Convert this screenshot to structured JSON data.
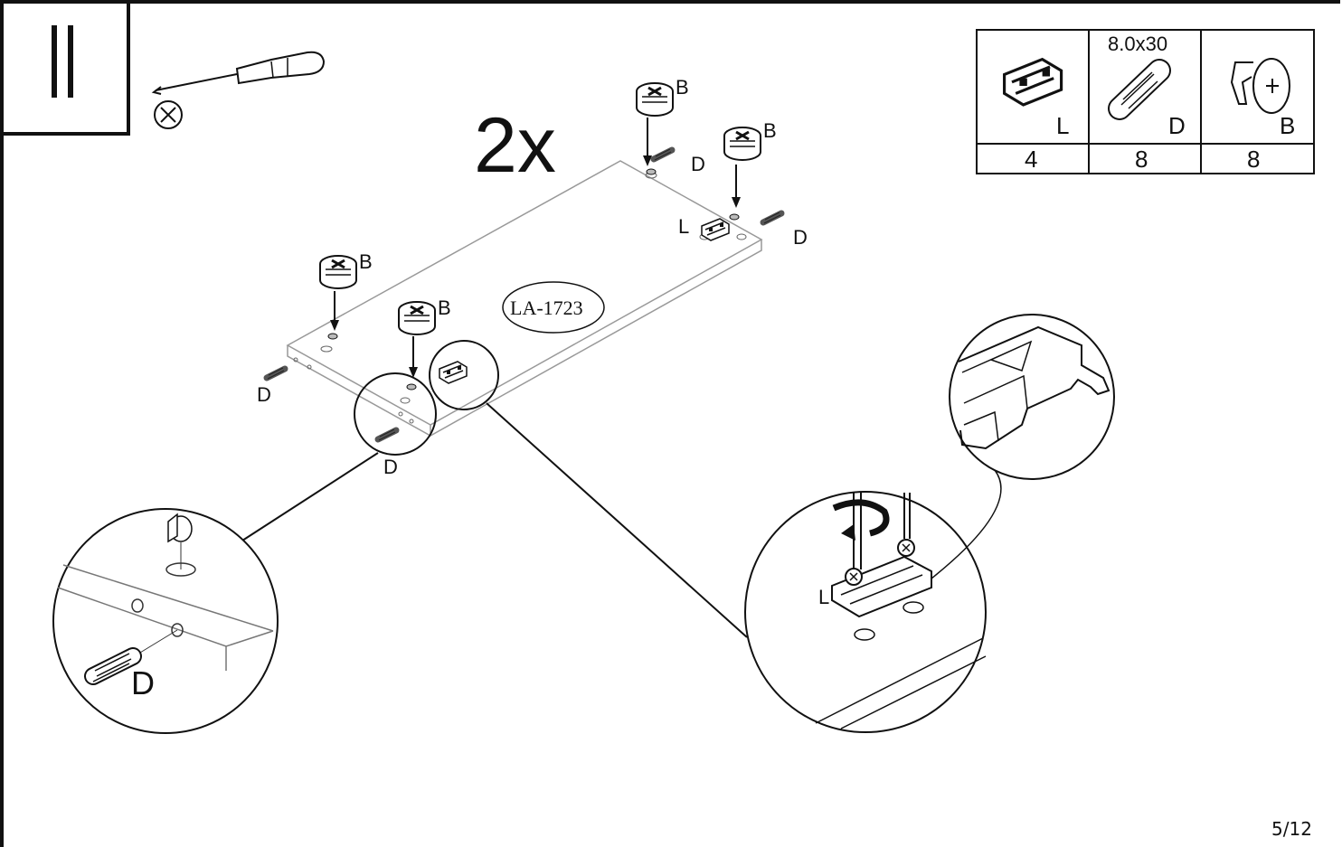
{
  "step": {
    "number": "II"
  },
  "tool": {
    "icon": "phillips-screwdriver-icon"
  },
  "quantity": {
    "label": "2x"
  },
  "panel": {
    "code": "LA-1723"
  },
  "labels": {
    "cam": "B",
    "dowel": "D",
    "hinge": "L"
  },
  "parts_table": {
    "size_label": "8.0x30",
    "parts": [
      {
        "letter": "L",
        "qty": "4",
        "icon": "hinge-plate-icon"
      },
      {
        "letter": "D",
        "qty": "8",
        "icon": "wooden-dowel-icon"
      },
      {
        "letter": "B",
        "qty": "8",
        "icon": "cam-lock-icon"
      }
    ]
  },
  "page": {
    "number": "5/12"
  }
}
